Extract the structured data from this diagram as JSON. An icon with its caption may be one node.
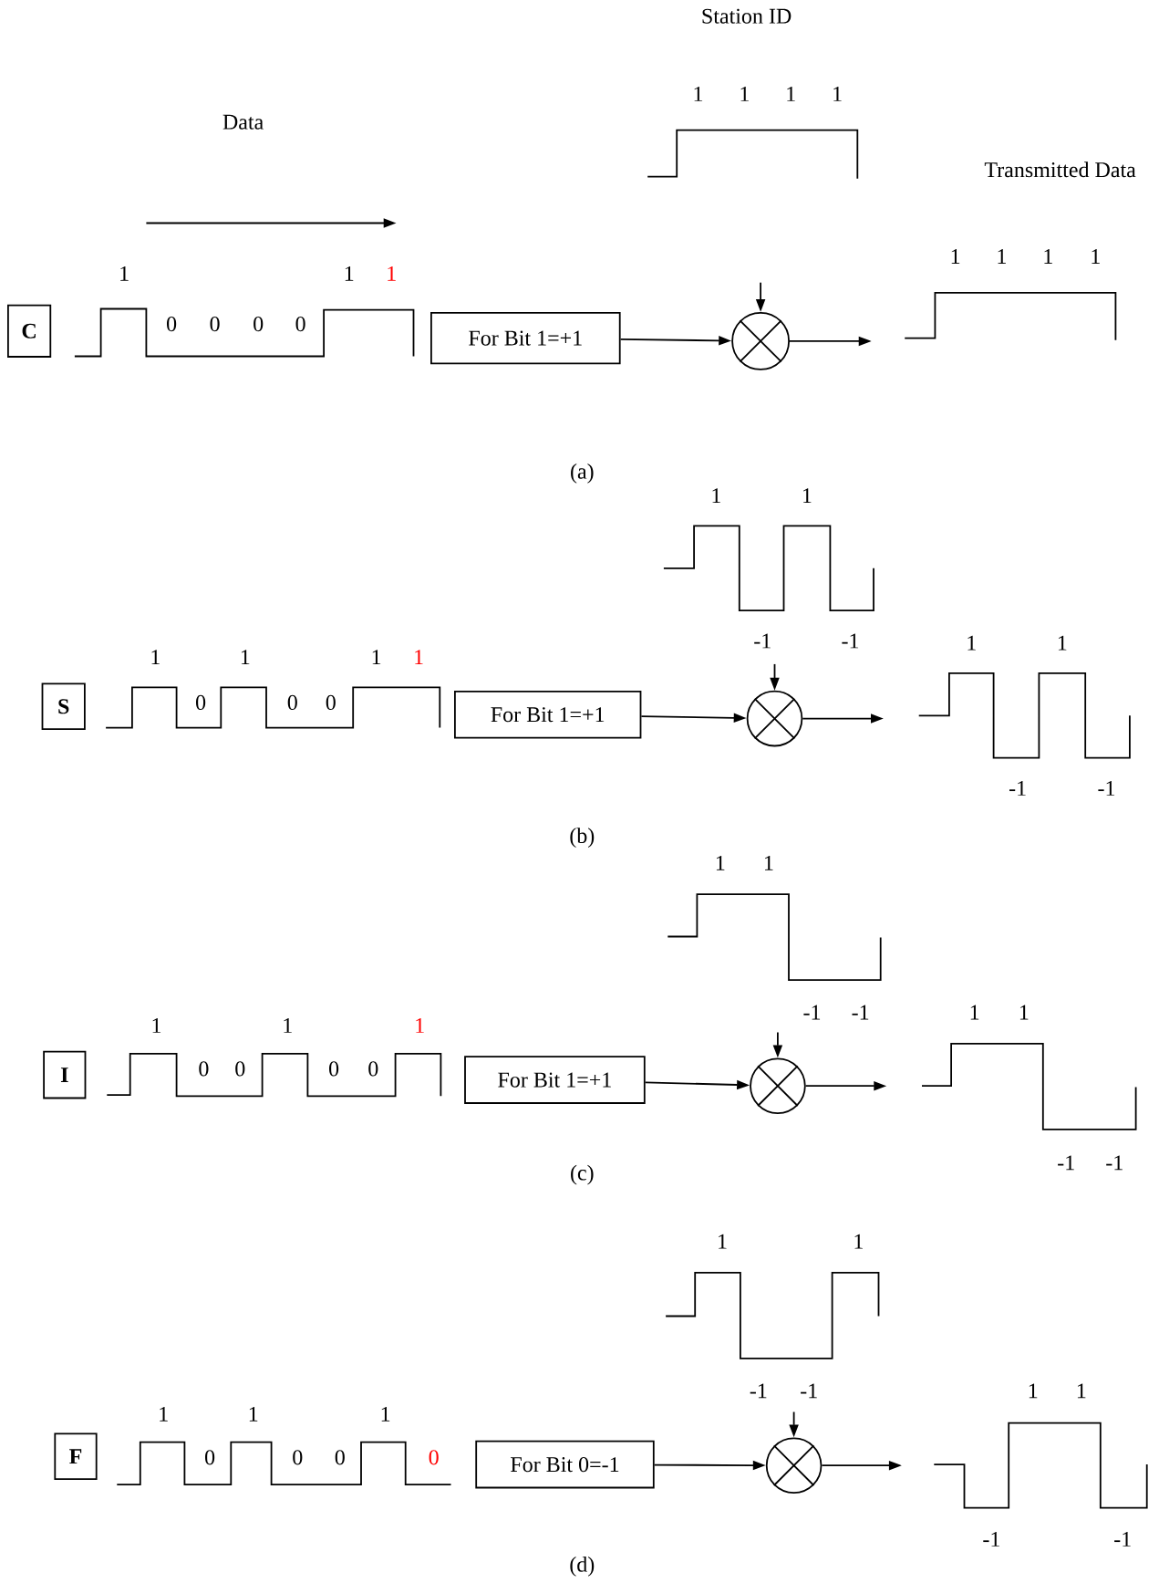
{
  "diagram": {
    "nodes": [
      {
        "text": [
          "C"
        ]
      },
      {
        "text": [
          "For Bit 1=+1"
        ]
      },
      {
        "text": [],
        "shape": "circle"
      },
      {
        "text": [
          "S"
        ]
      },
      {
        "text": [
          "For Bit 1=+1"
        ]
      },
      {
        "text": [],
        "shape": "circle"
      },
      {
        "text": [
          "I"
        ]
      },
      {
        "text": [
          "For Bit 1=+1"
        ]
      },
      {
        "text": [],
        "shape": "circle"
      },
      {
        "text": [
          "F"
        ]
      },
      {
        "text": [
          "For Bit 0=-1"
        ]
      },
      {
        "text": [],
        "shape": "circle"
      }
    ],
    "edges": [
      {
        "from": 1,
        "to": 2,
        "arrow": "to"
      },
      {
        "from": null,
        "to": 2,
        "arrow": "to"
      },
      {
        "from": 2,
        "to": null,
        "arrow": "to"
      },
      {
        "from": 4,
        "to": 5,
        "arrow": "to"
      },
      {
        "from": null,
        "to": 5,
        "arrow": "to"
      },
      {
        "from": 5,
        "to": null,
        "arrow": "to"
      },
      {
        "from": 7,
        "to": 8,
        "arrow": "to"
      },
      {
        "from": null,
        "to": 8,
        "arrow": "to"
      },
      {
        "from": 8,
        "to": null,
        "arrow": "to"
      },
      {
        "from": 10,
        "to": 11,
        "arrow": "to"
      },
      {
        "from": null,
        "to": 11,
        "arrow": "to"
      },
      {
        "from": 11,
        "to": null,
        "arrow": "to"
      }
    ],
    "labels": [
      "Station ID",
      "1",
      "1",
      "1",
      "1",
      "Data",
      "Transmitted Data",
      "1",
      "1",
      "1",
      "1",
      "1",
      "1",
      "1",
      "0",
      "0",
      "0",
      "0",
      "(a)",
      "1",
      "1",
      "-1",
      "-1",
      "1",
      "1",
      "1",
      "1",
      "1",
      "1",
      "0",
      "0",
      "0",
      "-1",
      "-1",
      "(b)",
      "1",
      "1",
      "-1",
      "-1",
      "1",
      "1",
      "1",
      "1",
      "1",
      "0",
      "0",
      "0",
      "0",
      "-1",
      "-1",
      "(c)",
      "1",
      "1",
      "-1",
      "-1",
      "1",
      "1",
      "1",
      "1",
      "1",
      "0",
      "0",
      "0",
      "0",
      "-1",
      "-1",
      "(d)"
    ]
  }
}
